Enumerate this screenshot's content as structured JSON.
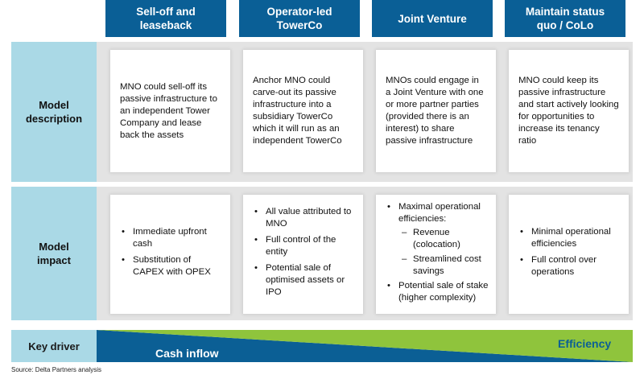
{
  "headers": [
    {
      "line1": "Sell-off and",
      "line2": "leaseback"
    },
    {
      "line1": "Operator-led",
      "line2": "TowerCo"
    },
    {
      "line1": "Joint Venture",
      "line2": ""
    },
    {
      "line1": "Maintain status",
      "line2": "quo / CoLo"
    }
  ],
  "rows": {
    "description": {
      "label_line1": "Model",
      "label_line2": "description",
      "cells": [
        "MNO could sell-off its passive infrastructure to an independent Tower Company and lease back the assets",
        "Anchor MNO could carve-out its passive infrastructure into a subsidiary TowerCo which it will run as an independent TowerCo",
        "MNOs could engage in a Joint Venture with one or more partner parties (provided there is an interest) to share passive infrastructure",
        "MNO could keep its passive infrastructure and start actively looking for opportunities to increase its tenancy ratio"
      ]
    },
    "impact": {
      "label_line1": "Model",
      "label_line2": "impact",
      "cells": [
        {
          "bullets": [
            "Immediate upfront cash",
            "Substitution of CAPEX with OPEX"
          ]
        },
        {
          "bullets": [
            "All value attributed to MNO",
            "Full control of the entity",
            "Potential sale of optimised assets or IPO"
          ]
        },
        {
          "bullets": [
            "Maximal operational efficiencies:",
            "Potential sale of stake (higher complexity)"
          ],
          "sub_bullets": [
            "Revenue (colocation)",
            "Streamlined cost savings"
          ]
        },
        {
          "bullets": [
            "Minimal operational efficiencies",
            "Full control over operations"
          ]
        }
      ]
    }
  },
  "key_driver": {
    "label": "Key driver",
    "left_text": "Cash inflow",
    "right_text": "Efficiency"
  },
  "colors": {
    "header_blue": "#0a5f96",
    "label_light_blue": "#aad9e6",
    "band_gray": "#e3e3e3",
    "cash_inflow_blue": "#0b5f95",
    "efficiency_green": "#8fc43c"
  },
  "source": "Source: Delta Partners analysis"
}
